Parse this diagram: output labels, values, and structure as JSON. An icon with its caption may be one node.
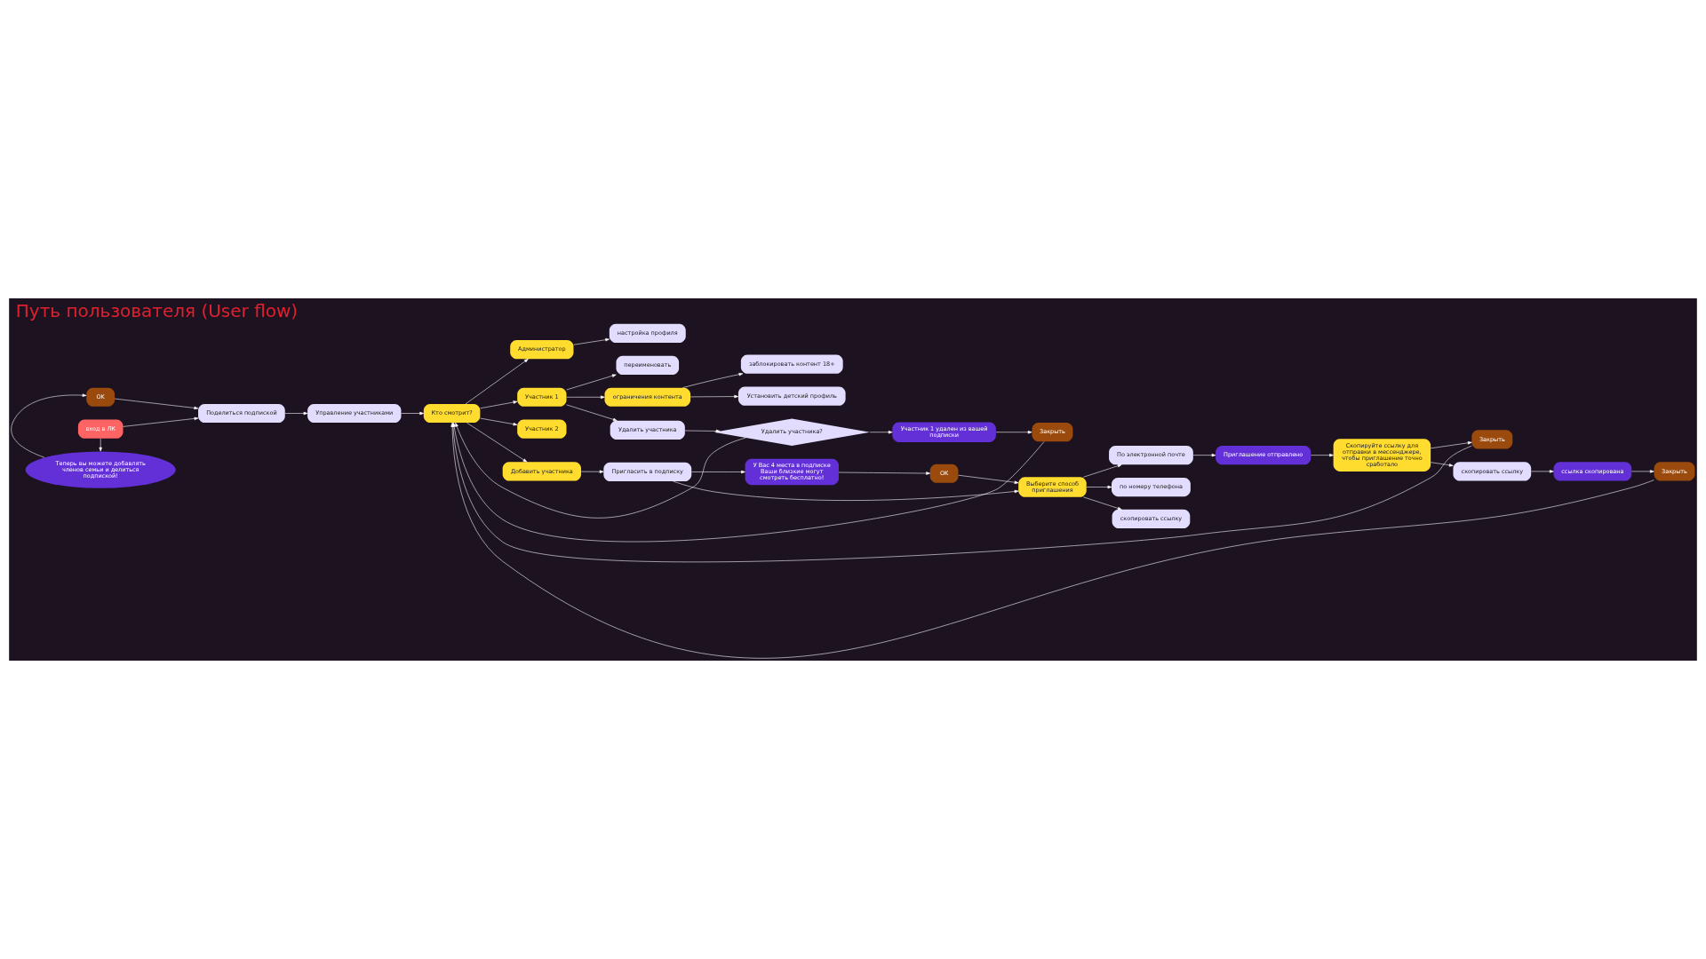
{
  "diagram": {
    "title": "Путь пользователя (User flow)",
    "nodes": [
      {
        "text": [
          "OK"
        ]
      },
      {
        "text": [
          "Теперь вы можете добавлять членов семьи и делиться подпиской!"
        ]
      },
      {
        "text": [
          "вход в ЛК"
        ]
      },
      {
        "text": [
          "Поделиться подпиской"
        ]
      },
      {
        "text": [
          "Управление участниками"
        ]
      },
      {
        "text": [
          "Кто смотрит?"
        ]
      },
      {
        "text": [
          "Администратор"
        ]
      },
      {
        "text": [
          "настройка профиля"
        ]
      },
      {
        "text": [
          "Участник 1"
        ]
      },
      {
        "text": [
          "переименовать"
        ]
      },
      {
        "text": [
          "ограничения контента"
        ]
      },
      {
        "text": [
          "заблокировать контент 18+"
        ]
      },
      {
        "text": [
          "Установить детский профиль"
        ]
      },
      {
        "text": [
          "Удалить участника"
        ]
      },
      {
        "text": [
          "Участник 2"
        ]
      },
      {
        "text": [
          "Удалить участника?"
        ]
      },
      {
        "text": [
          "Участник 1 удален из вашей подписки"
        ]
      },
      {
        "text": [
          "Закрыть"
        ]
      },
      {
        "text": [
          "Добавить участника"
        ]
      },
      {
        "text": [
          "Пригласить в подписку"
        ]
      },
      {
        "text": [
          "У Вас 4 места в подписке Ваши близкие могут смотреть бесплатно!"
        ]
      },
      {
        "text": [
          "OK"
        ]
      },
      {
        "text": [
          "Выберите способ приглашения"
        ]
      },
      {
        "text": [
          "По электронной почте"
        ]
      },
      {
        "text": [
          "по номеру телефона"
        ]
      },
      {
        "text": [
          "скопировать ссылку"
        ]
      },
      {
        "text": [
          "Приглашение отправлено"
        ]
      },
      {
        "text": [
          "Скопируйте ссылку для отправки в мессенджере, чтобы приглашение точно сработало"
        ]
      },
      {
        "text": [
          "Закрыть"
        ]
      },
      {
        "text": [
          "скопировать ссылку"
        ]
      },
      {
        "text": [
          "ссылка скопирована"
        ]
      },
      {
        "text": [
          "Закрыть"
        ]
      }
    ],
    "edges": [
      {
        "from": 2,
        "to": 1,
        "arrow": "to"
      },
      {
        "from": 1,
        "to": 0,
        "arrow": "to"
      },
      {
        "from": 0,
        "to": 3,
        "arrow": "to"
      },
      {
        "from": 2,
        "to": 3,
        "arrow": "to"
      },
      {
        "from": 3,
        "to": 4,
        "arrow": "to"
      },
      {
        "from": 4,
        "to": 5,
        "arrow": "to"
      },
      {
        "from": 5,
        "to": 6,
        "arrow": "to"
      },
      {
        "from": 5,
        "to": 8,
        "arrow": "to"
      },
      {
        "from": 5,
        "to": 14,
        "arrow": "to"
      },
      {
        "from": 5,
        "to": 18,
        "arrow": "to"
      },
      {
        "from": 6,
        "to": 7,
        "arrow": "to"
      },
      {
        "from": 8,
        "to": 9,
        "arrow": "to"
      },
      {
        "from": 8,
        "to": 10,
        "arrow": "to"
      },
      {
        "from": 8,
        "to": 13,
        "arrow": "to"
      },
      {
        "from": 10,
        "to": 11,
        "arrow": "to"
      },
      {
        "from": 10,
        "to": 12,
        "arrow": "to"
      },
      {
        "from": 13,
        "to": 15,
        "arrow": "to"
      },
      {
        "from": 15,
        "to": 16,
        "arrow": "to"
      },
      {
        "from": 16,
        "to": 17,
        "arrow": "to"
      },
      {
        "from": 15,
        "to": 5,
        "arrow": "to"
      },
      {
        "from": 17,
        "to": 5,
        "arrow": "to"
      },
      {
        "from": 18,
        "to": 19,
        "arrow": "to"
      },
      {
        "from": 19,
        "to": 20,
        "arrow": "to"
      },
      {
        "from": 20,
        "to": 21,
        "arrow": "to"
      },
      {
        "from": 21,
        "to": 22,
        "arrow": "to"
      },
      {
        "from": 19,
        "to": 22,
        "arrow": "to"
      },
      {
        "from": 22,
        "to": 23,
        "arrow": "to"
      },
      {
        "from": 22,
        "to": 24,
        "arrow": "to"
      },
      {
        "from": 22,
        "to": 25,
        "arrow": "to"
      },
      {
        "from": 23,
        "to": 26,
        "arrow": "to"
      },
      {
        "from": 26,
        "to": 27,
        "arrow": "to"
      },
      {
        "from": 27,
        "to": 28,
        "arrow": "to"
      },
      {
        "from": 27,
        "to": 29,
        "arrow": "to"
      },
      {
        "from": 29,
        "to": 30,
        "arrow": "to"
      },
      {
        "from": 30,
        "to": 31,
        "arrow": "to"
      },
      {
        "from": 28,
        "to": 5,
        "arrow": "to"
      },
      {
        "from": 31,
        "to": 5,
        "arrow": "to"
      }
    ]
  }
}
